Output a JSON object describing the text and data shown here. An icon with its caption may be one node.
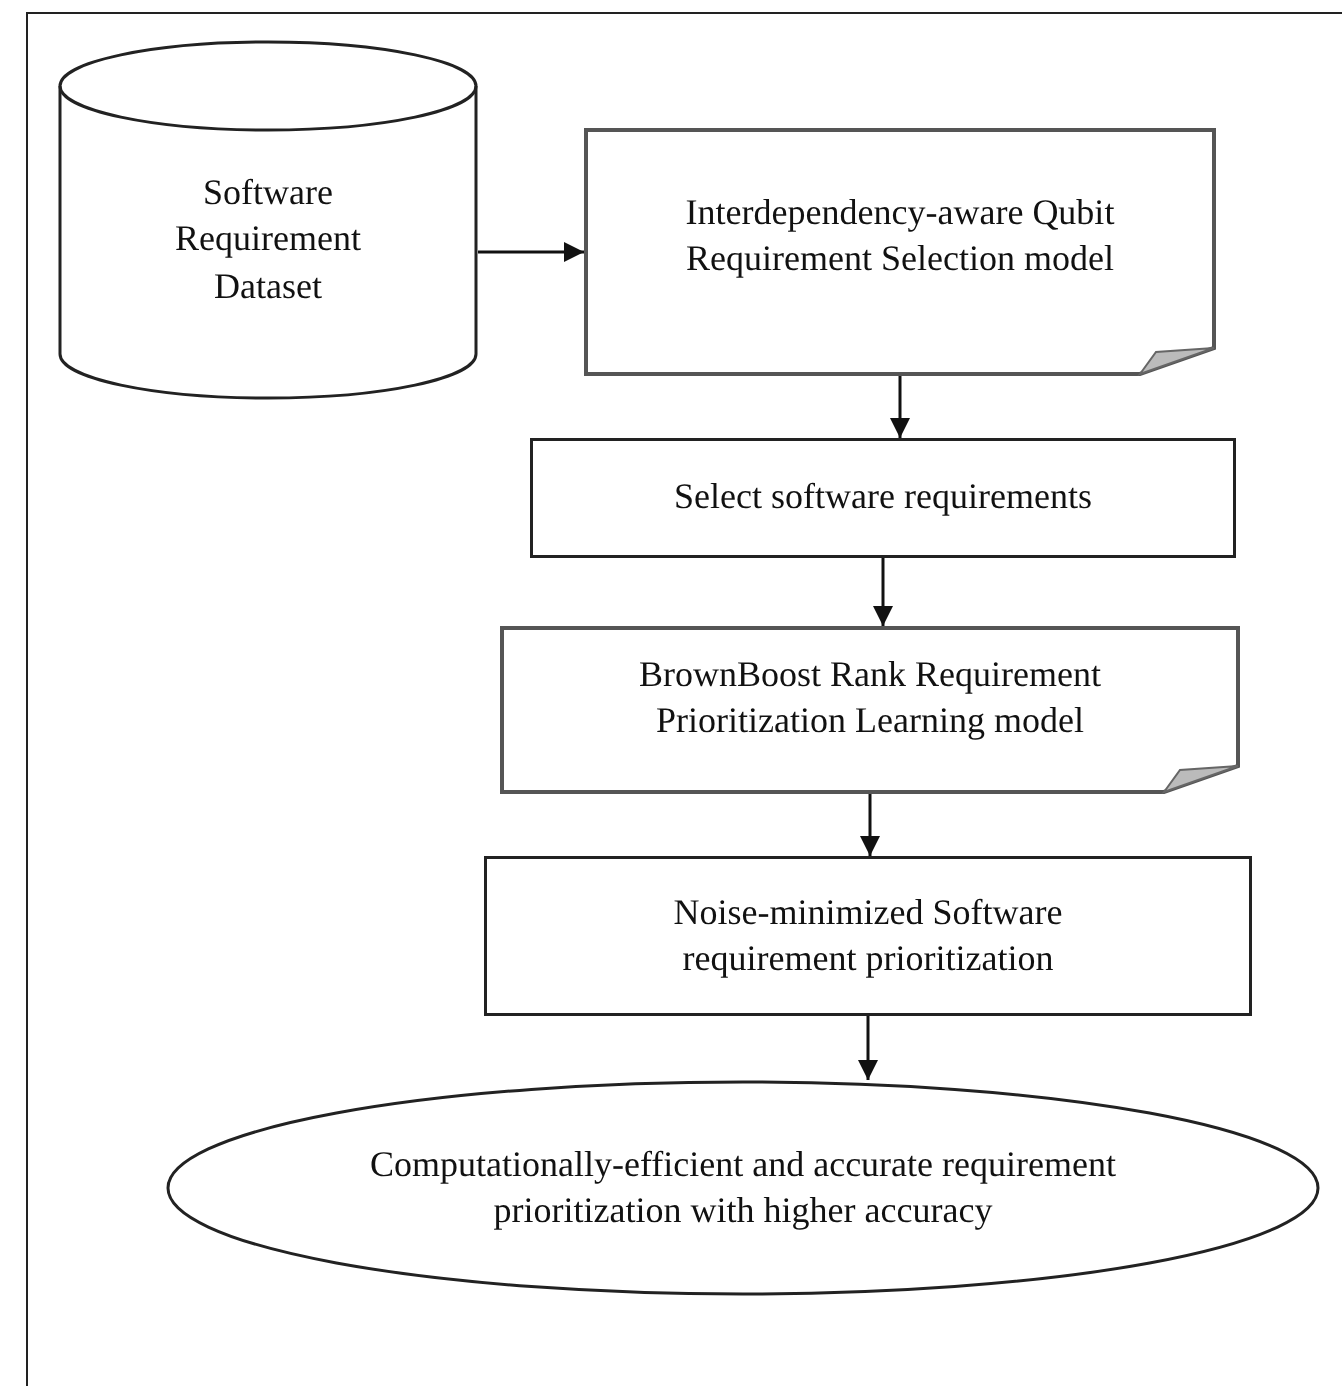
{
  "diagram": {
    "nodes": [
      {
        "text": [
          "Software Requirement Dataset"
        ]
      },
      {
        "text": [
          "Interdependency-aware Qubit Requirement Selection model"
        ]
      },
      {
        "text": [
          "Select software requirements"
        ]
      },
      {
        "text": [
          "BrownBoost Rank Requirement Prioritization Learning model"
        ]
      },
      {
        "text": [
          "Noise-minimized Software requirement prioritization"
        ]
      },
      {
        "text": [
          "Computationally-efficient and accurate requirement prioritization with higher accuracy"
        ]
      }
    ],
    "edges": [
      {
        "from": 0,
        "to": 1,
        "arrow": "to"
      },
      {
        "from": 1,
        "to": 2,
        "arrow": "to"
      },
      {
        "from": 2,
        "to": 3,
        "arrow": "to"
      },
      {
        "from": 3,
        "to": 4,
        "arrow": "to"
      },
      {
        "from": 4,
        "to": 5,
        "arrow": "to"
      }
    ]
  }
}
